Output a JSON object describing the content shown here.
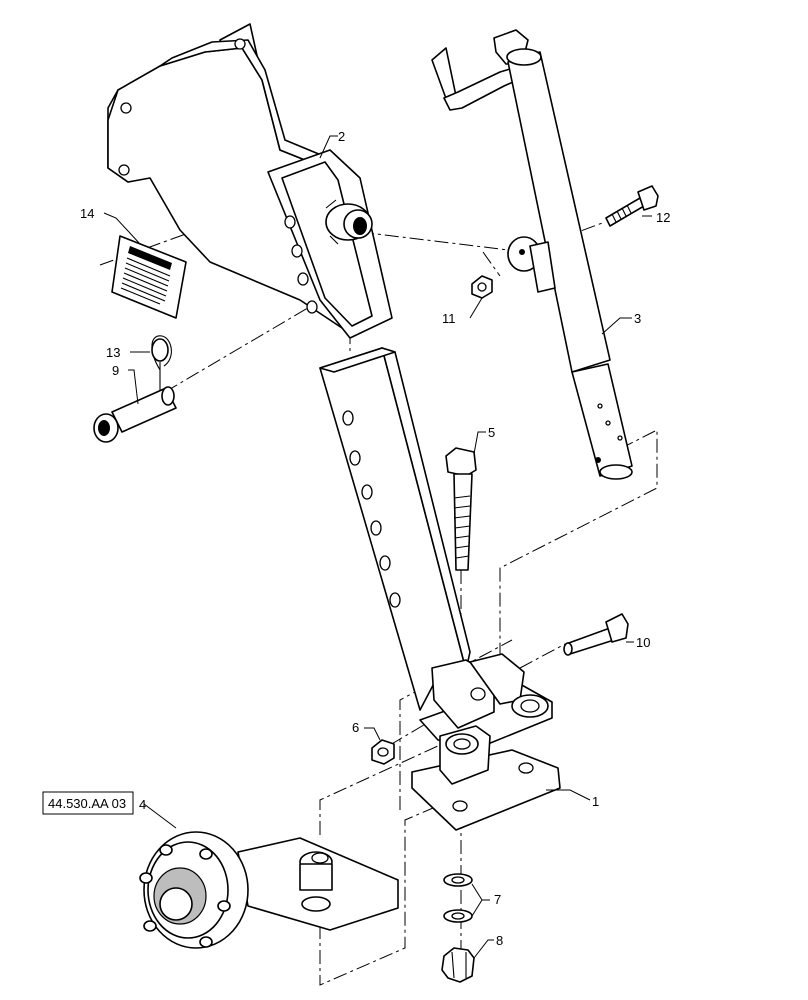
{
  "callouts": {
    "c1": "1",
    "c2": "2",
    "c3": "3",
    "c4": "4",
    "c5": "5",
    "c6": "6",
    "c7": "7",
    "c8": "8",
    "c9": "9",
    "c10": "10",
    "c11": "11",
    "c12": "12",
    "c13": "13",
    "c14": "14"
  },
  "reference": {
    "label": "44.530.AA 03"
  }
}
